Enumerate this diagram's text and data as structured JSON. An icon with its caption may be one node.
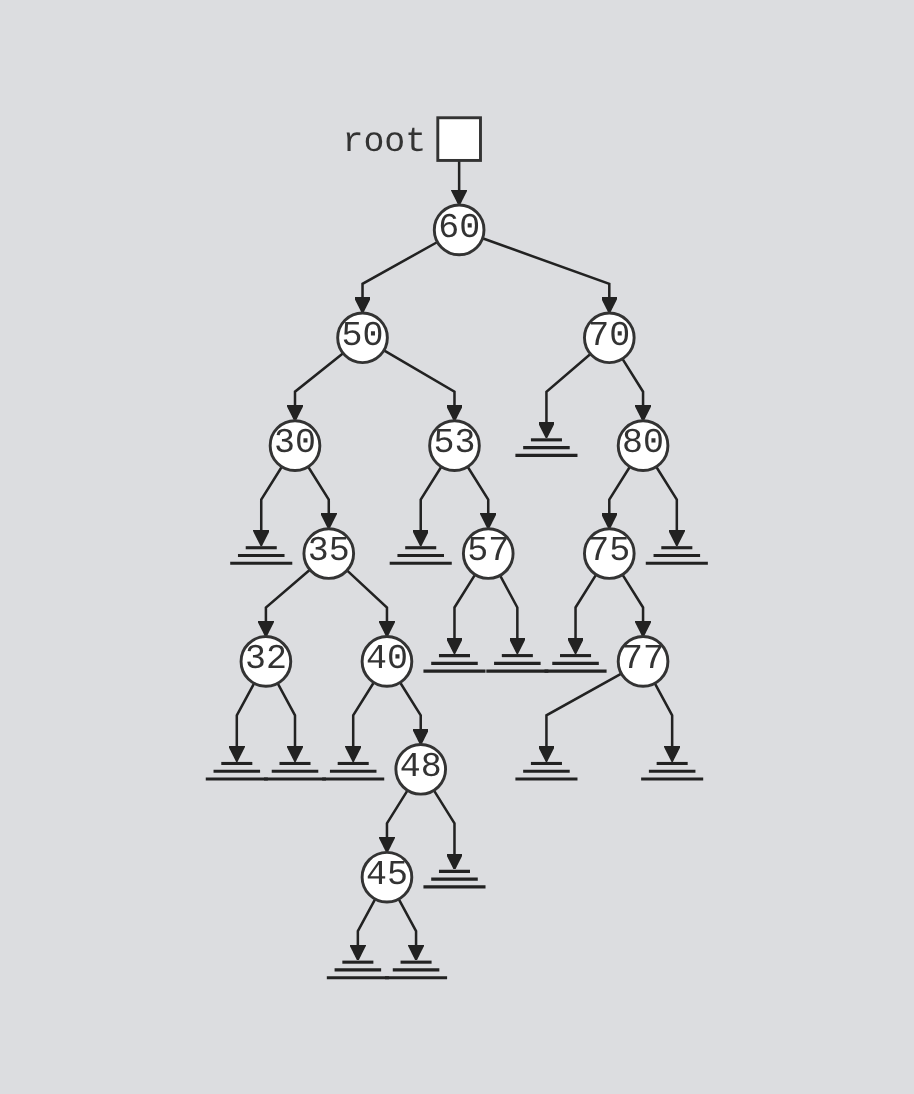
{
  "diagram": {
    "nodes": [
      {
        "text": [],
        "shape": "box",
        "beside": [
          "root"
        ]
      },
      {
        "text": [
          "60"
        ]
      },
      {
        "text": [
          "50"
        ]
      },
      {
        "text": [
          "70"
        ]
      },
      {
        "text": [
          "30"
        ]
      },
      {
        "text": [
          "53"
        ]
      },
      {
        "text": [],
        "shape": "ground"
      },
      {
        "text": [
          "80"
        ]
      },
      {
        "text": [],
        "shape": "ground"
      },
      {
        "text": [
          "35"
        ]
      },
      {
        "text": [],
        "shape": "ground"
      },
      {
        "text": [
          "57"
        ]
      },
      {
        "text": [
          "75"
        ]
      },
      {
        "text": [],
        "shape": "ground"
      },
      {
        "text": [
          "32"
        ]
      },
      {
        "text": [
          "40"
        ]
      },
      {
        "text": [],
        "shape": "ground"
      },
      {
        "text": [],
        "shape": "ground"
      },
      {
        "text": [],
        "shape": "ground"
      },
      {
        "text": [
          "77"
        ]
      },
      {
        "text": [],
        "shape": "ground"
      },
      {
        "text": [],
        "shape": "ground"
      },
      {
        "text": [],
        "shape": "ground"
      },
      {
        "text": [
          "48"
        ]
      },
      {
        "text": [],
        "shape": "ground"
      },
      {
        "text": [],
        "shape": "ground"
      },
      {
        "text": [
          "45"
        ]
      },
      {
        "text": [],
        "shape": "ground"
      },
      {
        "text": [],
        "shape": "ground"
      },
      {
        "text": [],
        "shape": "ground"
      }
    ],
    "edges": [
      {
        "from": 0,
        "to": 1,
        "arrow": "to"
      },
      {
        "from": 1,
        "to": 2,
        "arrow": "to"
      },
      {
        "from": 1,
        "to": 3,
        "arrow": "to"
      },
      {
        "from": 2,
        "to": 4,
        "arrow": "to"
      },
      {
        "from": 2,
        "to": 5,
        "arrow": "to"
      },
      {
        "from": 3,
        "to": 6,
        "arrow": "to"
      },
      {
        "from": 3,
        "to": 7,
        "arrow": "to"
      },
      {
        "from": 4,
        "to": 8,
        "arrow": "to"
      },
      {
        "from": 4,
        "to": 9,
        "arrow": "to"
      },
      {
        "from": 5,
        "to": 10,
        "arrow": "to"
      },
      {
        "from": 5,
        "to": 11,
        "arrow": "to"
      },
      {
        "from": 7,
        "to": 12,
        "arrow": "to"
      },
      {
        "from": 7,
        "to": 13,
        "arrow": "to"
      },
      {
        "from": 9,
        "to": 14,
        "arrow": "to"
      },
      {
        "from": 9,
        "to": 15,
        "arrow": "to"
      },
      {
        "from": 11,
        "to": 16,
        "arrow": "to"
      },
      {
        "from": 11,
        "to": 17,
        "arrow": "to"
      },
      {
        "from": 12,
        "to": 18,
        "arrow": "to"
      },
      {
        "from": 12,
        "to": 19,
        "arrow": "to"
      },
      {
        "from": 14,
        "to": 20,
        "arrow": "to"
      },
      {
        "from": 14,
        "to": 21,
        "arrow": "to"
      },
      {
        "from": 15,
        "to": 22,
        "arrow": "to"
      },
      {
        "from": 15,
        "to": 23,
        "arrow": "to"
      },
      {
        "from": 19,
        "to": 24,
        "arrow": "to"
      },
      {
        "from": 19,
        "to": 25,
        "arrow": "to"
      },
      {
        "from": 23,
        "to": 26,
        "arrow": "to"
      },
      {
        "from": 23,
        "to": 27,
        "arrow": "to"
      },
      {
        "from": 26,
        "to": 28,
        "arrow": "to"
      },
      {
        "from": 26,
        "to": 29,
        "arrow": "to"
      }
    ]
  }
}
